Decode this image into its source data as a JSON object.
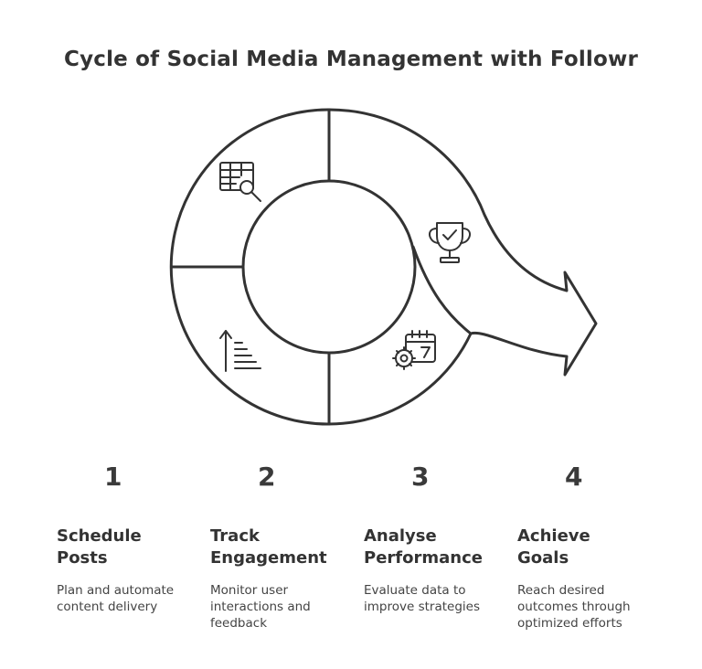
{
  "title": "Cycle of Social Media Management with Followr",
  "colors": {
    "stroke": "#333333",
    "fill": "#ffffff",
    "text": "#333333"
  },
  "cycle": {
    "segments": [
      {
        "icon": "spreadsheet-search-icon"
      },
      {
        "icon": "trophy-icon"
      },
      {
        "icon": "calendar-gear-icon"
      },
      {
        "icon": "sort-ascending-icon"
      }
    ]
  },
  "steps": [
    {
      "number": "1",
      "title_line1": "Schedule",
      "title_line2": "Posts",
      "desc_line1": "Plan and automate",
      "desc_line2": "content delivery",
      "desc_line3": ""
    },
    {
      "number": "2",
      "title_line1": "Track",
      "title_line2": "Engagement",
      "desc_line1": "Monitor user",
      "desc_line2": "interactions and",
      "desc_line3": "feedback"
    },
    {
      "number": "3",
      "title_line1": "Analyse",
      "title_line2": "Performance",
      "desc_line1": "Evaluate data to",
      "desc_line2": "improve strategies",
      "desc_line3": ""
    },
    {
      "number": "4",
      "title_line1": "Achieve",
      "title_line2": "Goals",
      "desc_line1": "Reach desired",
      "desc_line2": "outcomes through",
      "desc_line3": "optimized efforts"
    }
  ]
}
